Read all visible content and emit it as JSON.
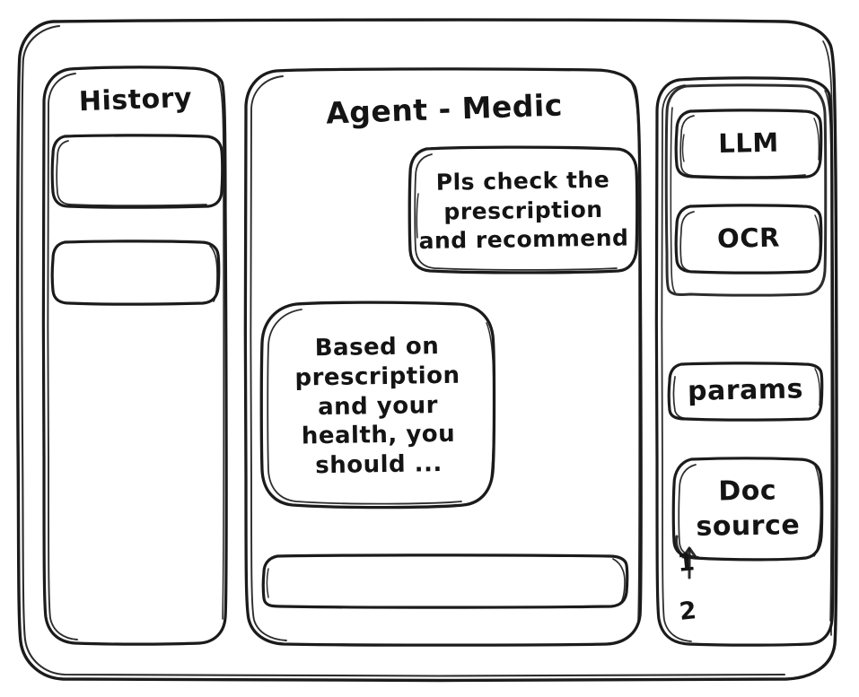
{
  "window": {
    "style": "hand-drawn wireframe sketch",
    "stroke_color": "#1b1b1b",
    "background_color": "#ffffff"
  },
  "sidebar": {
    "title": "History",
    "items": [
      {
        "label": ""
      },
      {
        "label": ""
      }
    ]
  },
  "main": {
    "title": "Agent - Medic",
    "messages": [
      {
        "role": "user",
        "align": "right",
        "text": "Pls check the\nprescription\nand recommend"
      },
      {
        "role": "assistant",
        "align": "left",
        "text": "Based on\nprescription\nand your\nhealth, you\nshould ..."
      }
    ],
    "composer": {
      "value": "",
      "placeholder": ""
    }
  },
  "tools": {
    "model_group": [
      {
        "label": "LLM"
      },
      {
        "label": "OCR"
      }
    ],
    "params_button": {
      "label": "params"
    },
    "doc_source": {
      "label": "Doc\nsource"
    },
    "doc_list": [
      {
        "number": "1"
      },
      {
        "number": "2"
      }
    ]
  }
}
